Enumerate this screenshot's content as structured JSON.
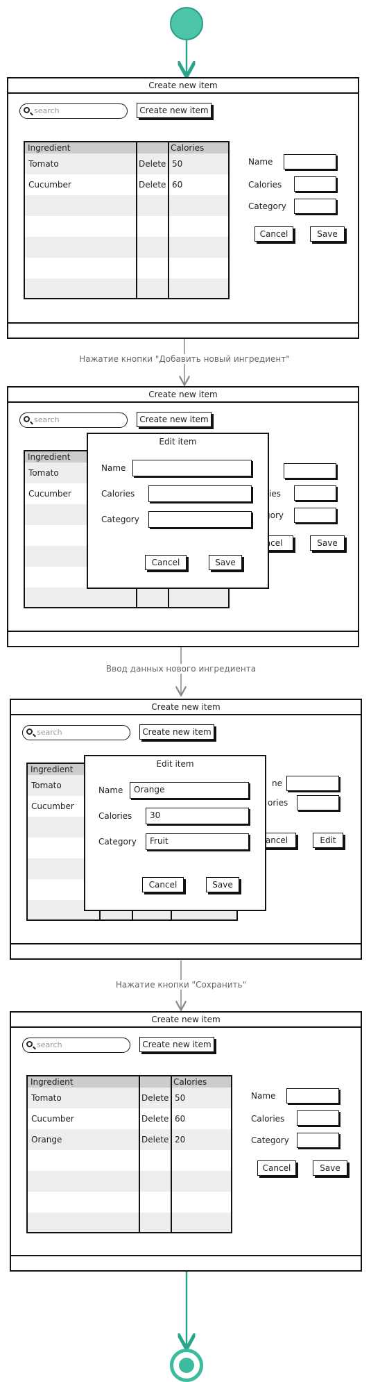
{
  "flow": {
    "transitions": [
      "Нажатие кнопки \"Добавить новый ингредиент\"",
      "Ввод данных нового ингредиента",
      "Нажатие кнопки \"Сохранить\""
    ]
  },
  "screens": [
    {
      "title": "Create new item",
      "search_placeholder": "search",
      "create_button": "Create new item",
      "columns": [
        "Ingredient",
        "Calories"
      ],
      "rows": [
        {
          "name": "Tomato",
          "action": "Delete",
          "calories": "50"
        },
        {
          "name": "Cucumber",
          "action": "Delete",
          "calories": "60"
        }
      ],
      "form": {
        "name_label": "Name",
        "calories_label": "Calories",
        "category_label": "Category",
        "cancel": "Cancel",
        "save": "Save"
      }
    },
    {
      "title": "Create new item",
      "search_placeholder": "search",
      "create_button": "Create new item",
      "columns": [
        "Ingredient"
      ],
      "rows": [
        {
          "name": "Tomato"
        },
        {
          "name": "Cucumber"
        }
      ],
      "form": {
        "calories_label_partial": "ies",
        "category_label_partial": "gory",
        "cancel_partial": "ncel",
        "save": "Save"
      },
      "dialog": {
        "title": "Edit item",
        "name_label": "Name",
        "calories_label": "Calories",
        "category_label": "Category",
        "name_value": "",
        "calories_value": "",
        "category_value": "",
        "cancel": "Cancel",
        "save": "Save"
      }
    },
    {
      "title": "Create new item",
      "search_placeholder": "search",
      "create_button": "Create new item",
      "columns": [
        "Ingredient"
      ],
      "rows": [
        {
          "name": "Tomato"
        },
        {
          "name": "Cucumber"
        }
      ],
      "form": {
        "name_label_partial": "ne",
        "calories_label_partial": "ories",
        "cancel_partial": "ancel",
        "edit": "Edit"
      },
      "dialog": {
        "title": "Edit item",
        "name_label": "Name",
        "calories_label": "Calories",
        "category_label": "Category",
        "name_value": "Orange",
        "calories_value": "30",
        "category_value": "Fruit",
        "cancel": "Cancel",
        "save": "Save"
      }
    },
    {
      "title": "Create new item",
      "search_placeholder": "search",
      "create_button": "Create new item",
      "columns": [
        "Ingredient",
        "Calories"
      ],
      "rows": [
        {
          "name": "Tomato",
          "action": "Delete",
          "calories": "50"
        },
        {
          "name": "Cucumber",
          "action": "Delete",
          "calories": "60"
        },
        {
          "name": "Orange",
          "action": "Delete",
          "calories": "20"
        }
      ],
      "form": {
        "name_label": "Name",
        "calories_label": "Calories",
        "category_label": "Category",
        "cancel": "Cancel",
        "save": "Save"
      }
    }
  ]
}
